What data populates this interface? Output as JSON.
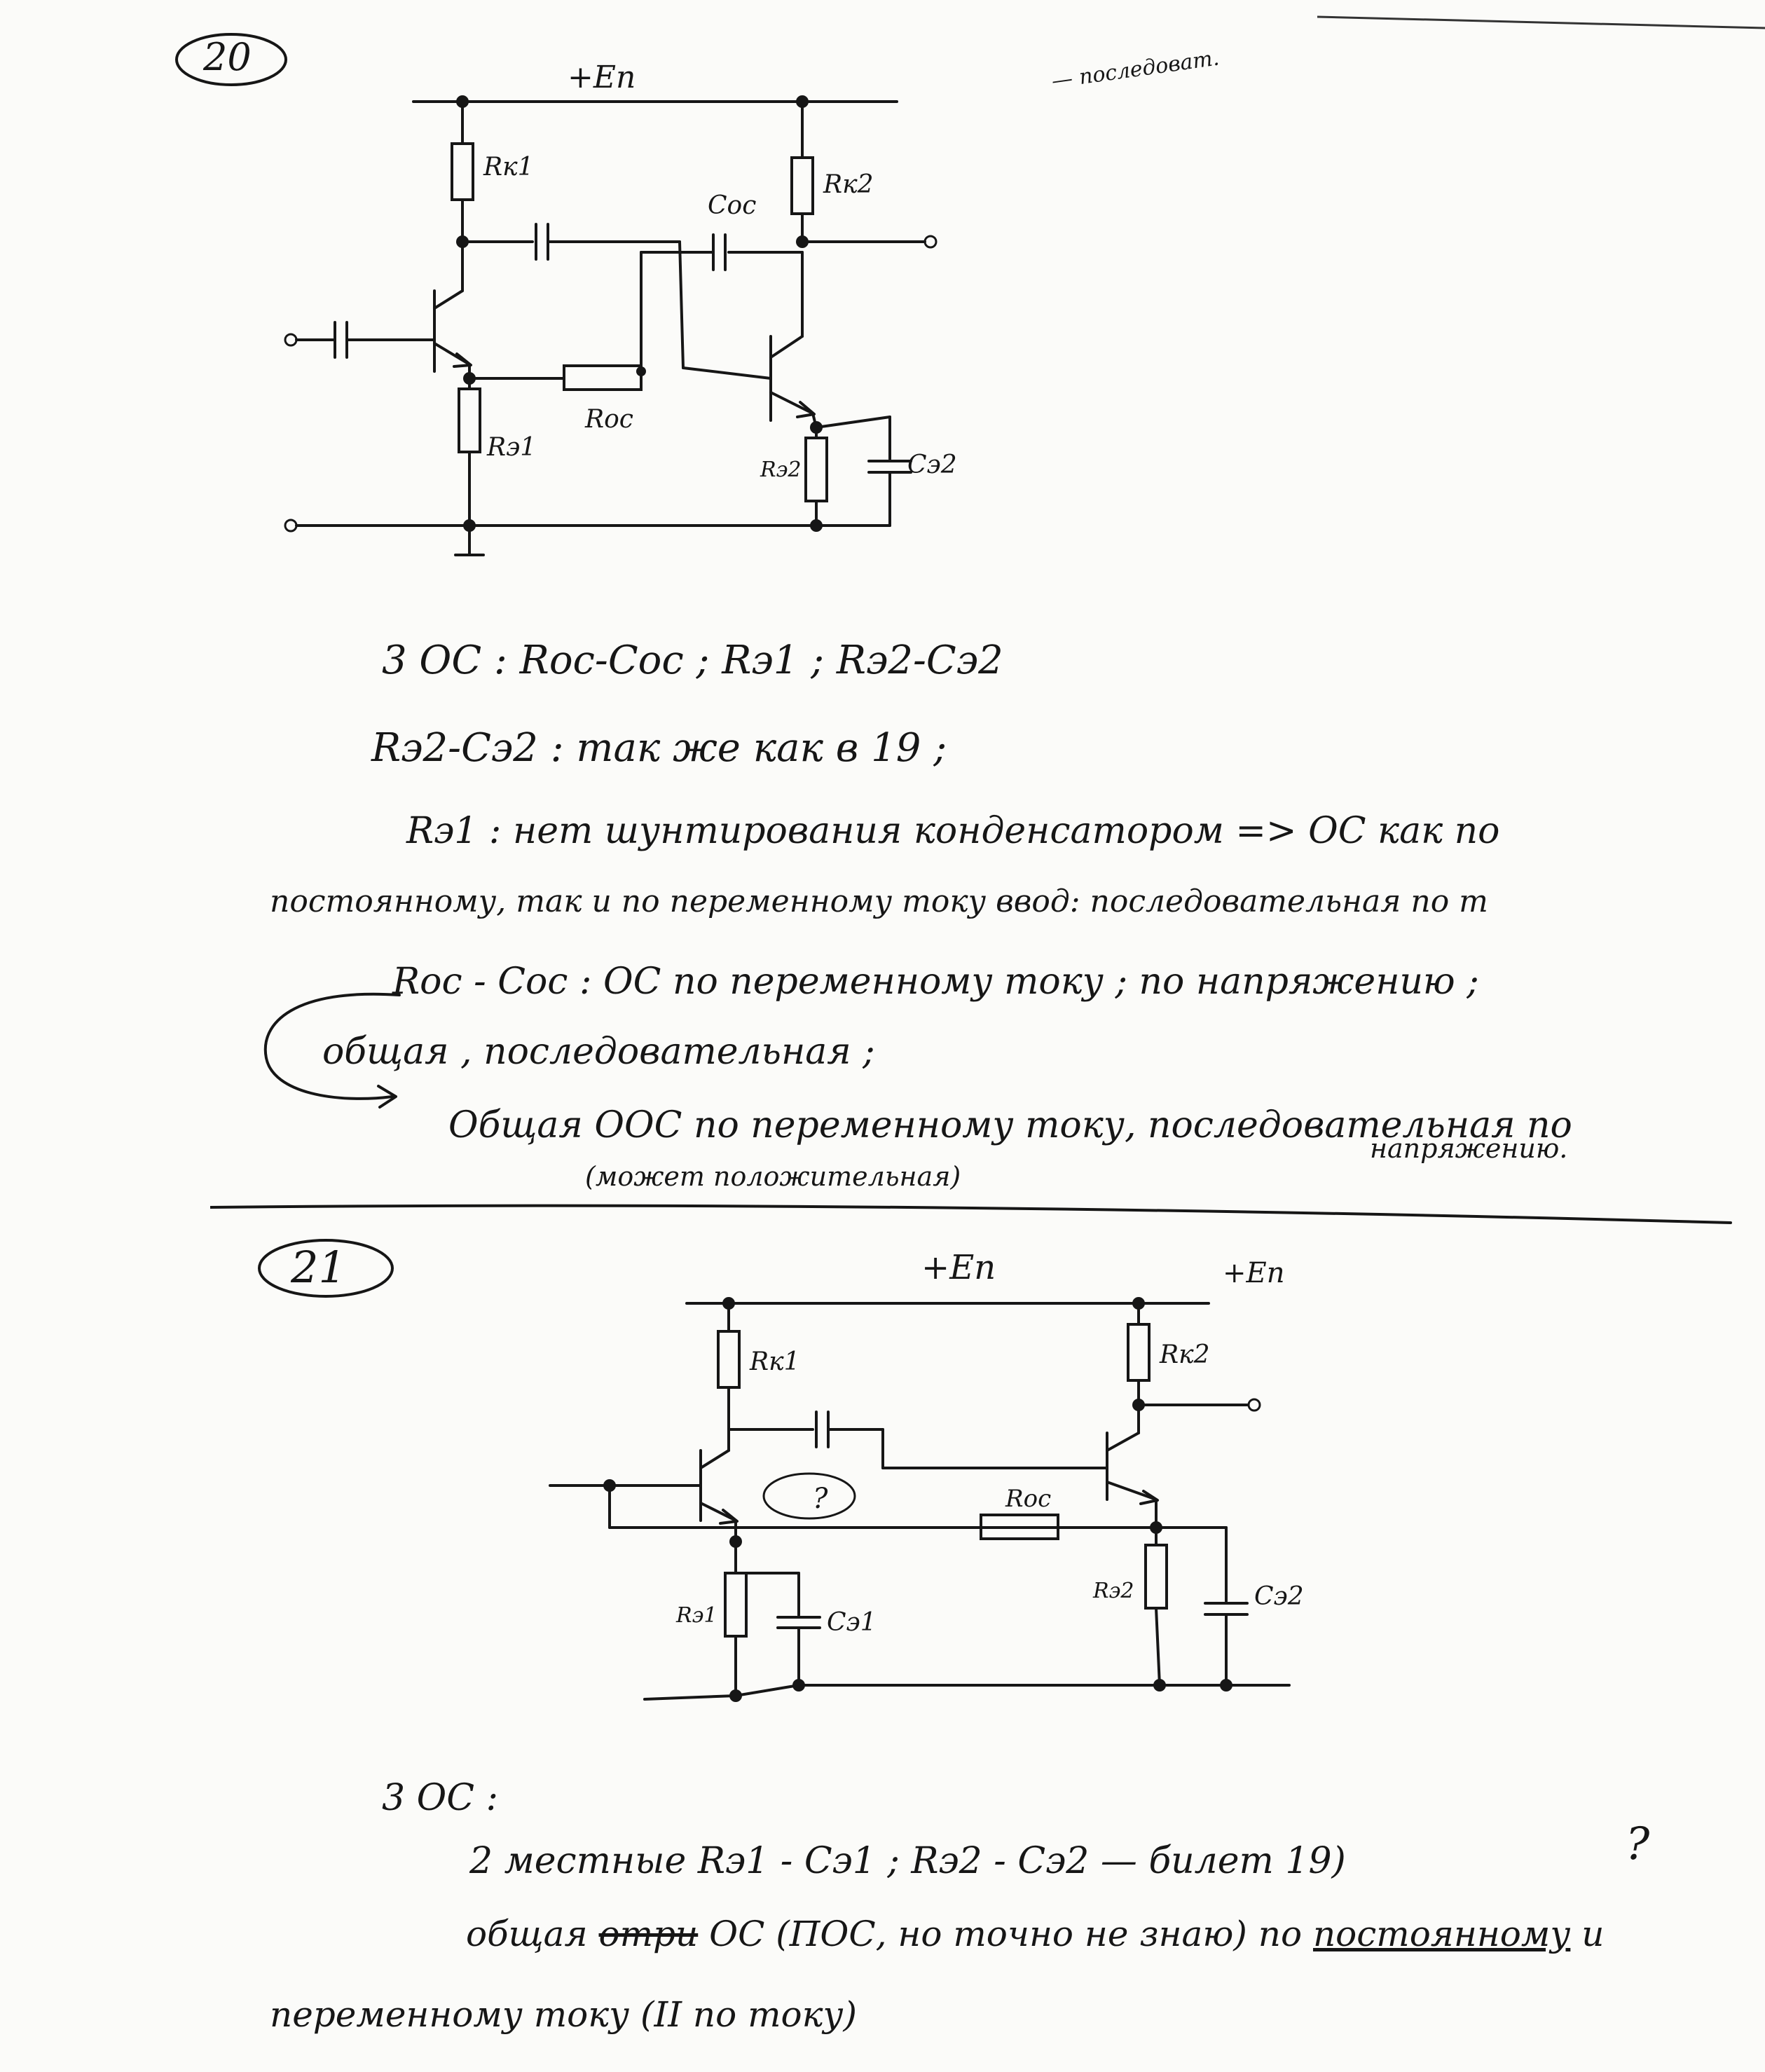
{
  "problem20": {
    "number": "20",
    "side_note": "— последоват.",
    "supply": "+Eп",
    "labels": {
      "rk1": "Rк1",
      "rk2": "Rк2",
      "coc": "Cос",
      "roc": "Rос",
      "re1": "Rэ1",
      "re2": "Rэ2",
      "ce2": "Cэ2"
    },
    "notes": [
      "3 ОС :  Rос-Cос ; Rэ1 ; Rэ2-Cэ2",
      "Rэ2-Cэ2 : так же  как в 19 ;",
      "Rэ1 : нет шунтирования конденсатором => ОС как по",
      "постоянному, так и по переменному току  ввод: последовательная по т",
      "Rос - Cос : ОС по переменному току ;  по напряжению ;",
      "общая , последовательная ;",
      "Общая  ООС по переменному току, последовательная по",
      "напряжению.",
      "(может положительная)"
    ]
  },
  "problem21": {
    "number": "21",
    "supply": "+Eп",
    "supply2": "+Eп",
    "question_mark": "?",
    "labels": {
      "rk1": "Rк1",
      "rk2": "Rк2",
      "roc": "Rос",
      "re1": "Rэ1",
      "ce1": "Cэ1",
      "re2": "Rэ2",
      "ce2": "Cэ2"
    },
    "notes": {
      "line1": "3 ОС :",
      "line2": "2 местные  Rэ1 - Cэ1 ; Rэ2 - Cэ2 — билет 19)",
      "line3_a": "общая",
      "line3_struck": "отри",
      "line3_b": "ОС (ПОС, но точно не знаю) по",
      "line3_underlined": "постоянному",
      "line3_c": "и",
      "line4": "переменному току   (II по току)",
      "big_question": "?"
    }
  }
}
